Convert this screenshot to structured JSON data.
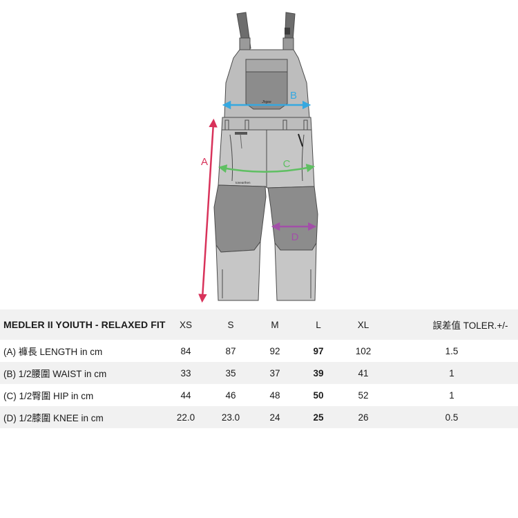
{
  "diagram": {
    "labels": {
      "a": "A",
      "b": "B",
      "c": "C",
      "d": "D"
    },
    "pocket_logo": "Jhgee",
    "brand_label": "tonearthen",
    "colors": {
      "length": "#d8325a",
      "waist": "#35a8e0",
      "hip": "#5fbf62",
      "knee": "#a24fa8",
      "fabric_light": "#bdbdbd",
      "fabric_dark": "#8c8c8c",
      "strap": "#6d6d6d",
      "outline": "#4a4a4a"
    }
  },
  "table": {
    "title": "MEDLER II YOIUTH - RELAXED FIT",
    "sizes": [
      "XS",
      "S",
      "M",
      "L",
      "XL"
    ],
    "tolerance_header": "誤差值 TOLER.+/-",
    "rows": [
      {
        "label": "(A) 褲長 LENGTH in cm",
        "values": [
          "84",
          "87",
          "92",
          "97",
          "102"
        ],
        "tolerance": "1.5"
      },
      {
        "label": "(B) 1/2腰圍 WAIST in cm",
        "values": [
          "33",
          "35",
          "37",
          "39",
          "41"
        ],
        "tolerance": "1"
      },
      {
        "label": "(C) 1/2臀圍 HIP in cm",
        "values": [
          "44",
          "46",
          "48",
          "50",
          "52"
        ],
        "tolerance": "1"
      },
      {
        "label": "(D) 1/2膝圍 KNEE in cm",
        "values": [
          "22.0",
          "23.0",
          "24",
          "25",
          "26"
        ],
        "tolerance": "0.5"
      }
    ]
  }
}
